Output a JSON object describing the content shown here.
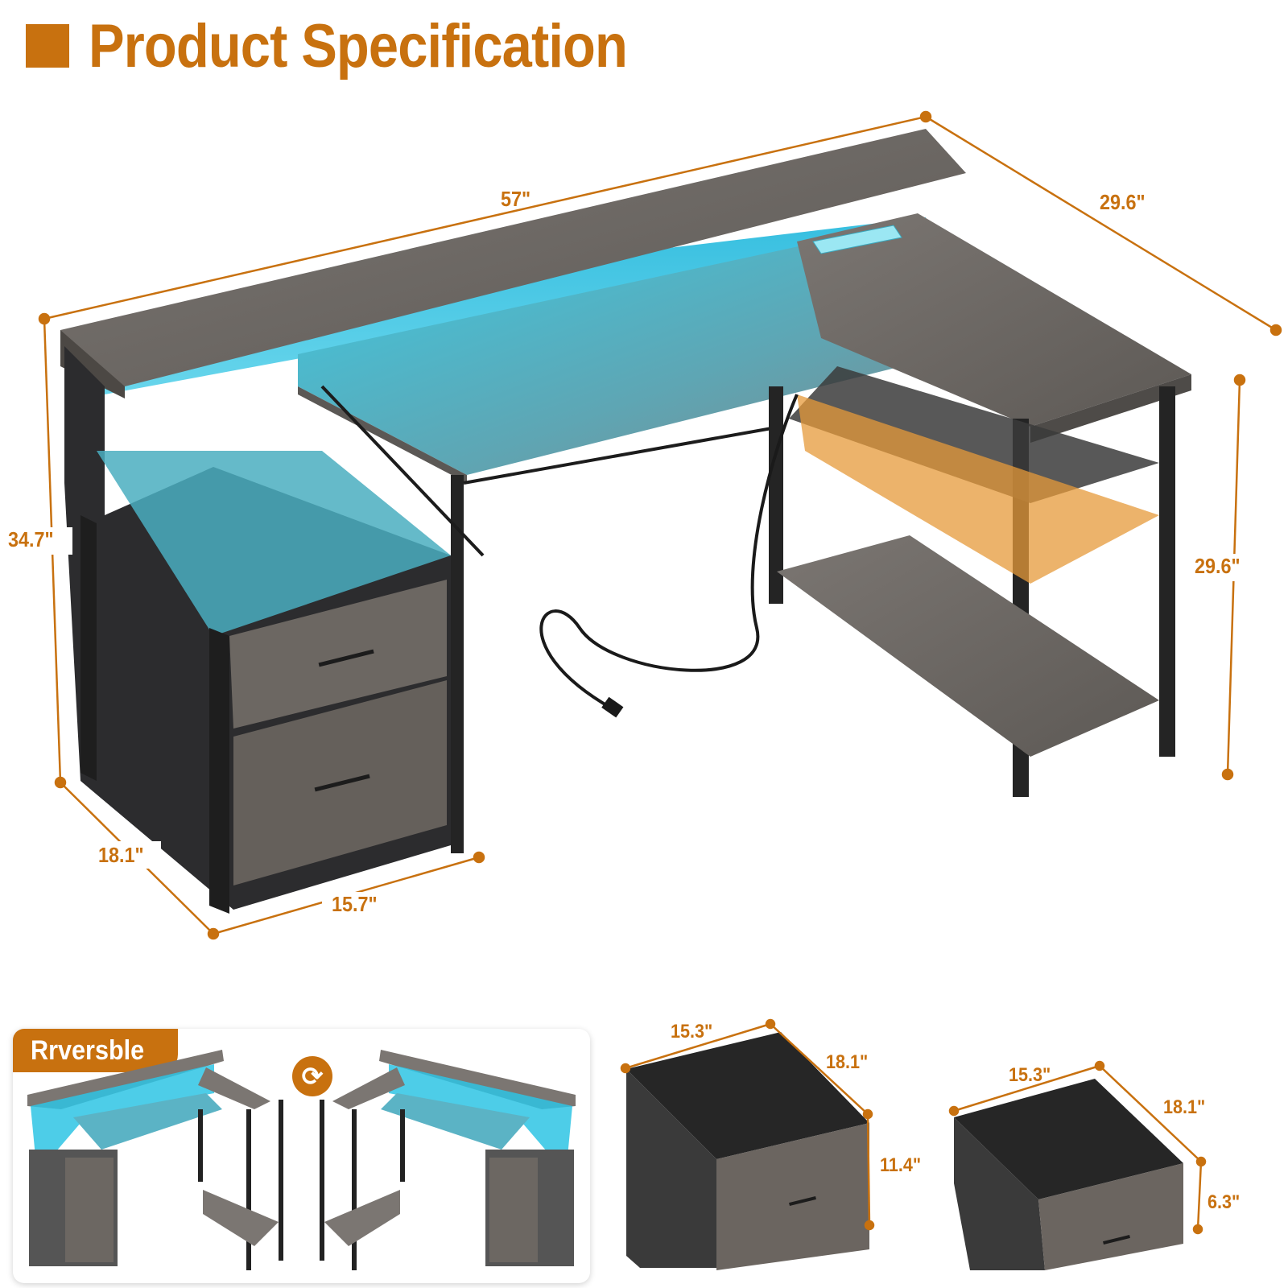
{
  "header": {
    "title": "Product Specification",
    "accent_color": "#c8710f"
  },
  "main_desk": {
    "width_label": "57\"",
    "return_depth_label": "29.6\"",
    "overall_height_label": "34.7\"",
    "desk_height_label": "29.6\"",
    "cabinet_depth_label": "18.1\"",
    "cabinet_width_label": "15.7\""
  },
  "reversible": {
    "badge_label": "Rrversble",
    "swap_icon": "swap-arrows-icon"
  },
  "drawers": [
    {
      "name": "large-file-drawer",
      "width_label": "15.3\"",
      "depth_label": "18.1\"",
      "height_label": "11.4\""
    },
    {
      "name": "small-drawer",
      "width_label": "15.3\"",
      "depth_label": "18.1\"",
      "height_label": "6.3\""
    }
  ]
}
